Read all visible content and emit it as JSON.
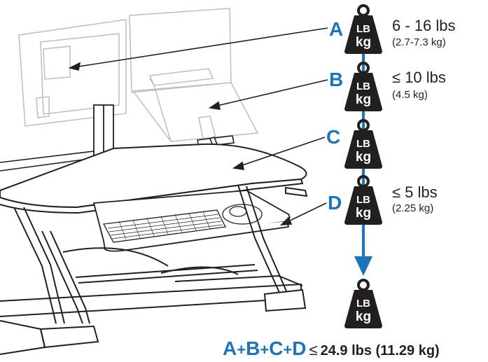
{
  "labels": {
    "a": "A",
    "b": "B",
    "c": "C",
    "d": "D"
  },
  "weights": {
    "a": {
      "main": "6 - 16 lbs",
      "sub": "(2.7-7.3 kg)"
    },
    "b": {
      "main": "≤ 10 lbs",
      "sub": "(4.5 kg)"
    },
    "d": {
      "main": "≤ 5 lbs",
      "sub": "(2.25 kg)"
    }
  },
  "weight_icon": {
    "top": "LB",
    "bottom": "kg"
  },
  "total": {
    "a": "A",
    "plus1": "+",
    "b": "B",
    "plus2": "+",
    "c": "C",
    "plus3": "+",
    "d": "D",
    "le": "≤",
    "text": "24.9 lbs (11.29 kg)"
  },
  "colors": {
    "accent": "#1a75bc",
    "weight": "#231f20",
    "line": "#231f20",
    "ghost": "#bcbec0"
  }
}
